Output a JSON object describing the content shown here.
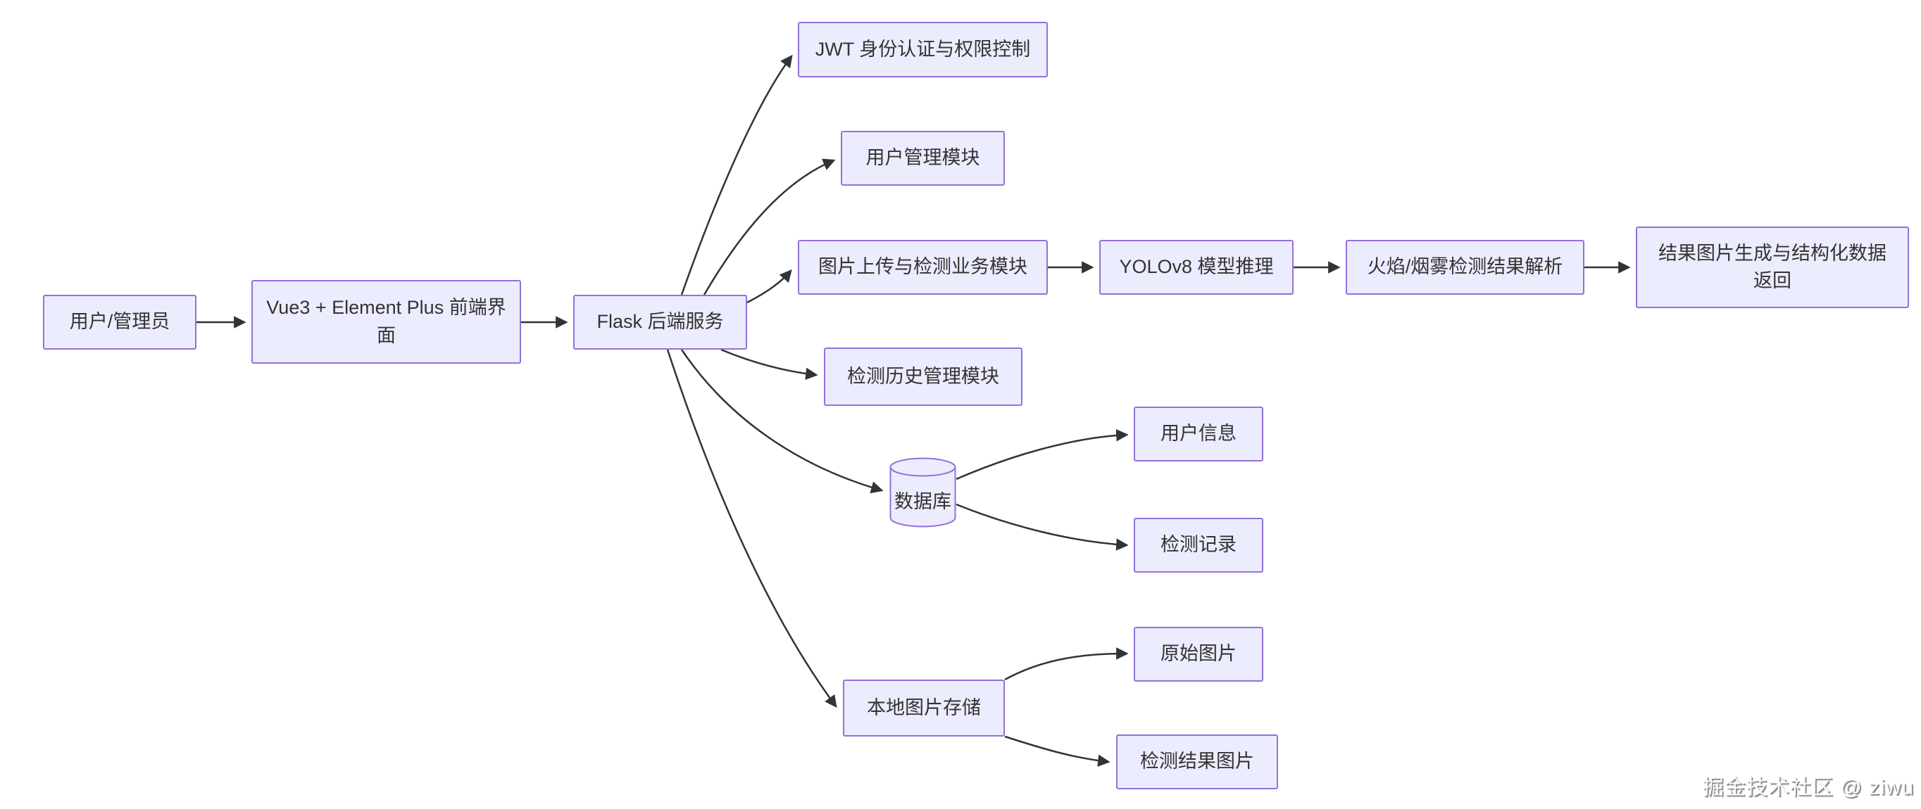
{
  "diagram": {
    "type": "flowchart",
    "direction": "left-to-right",
    "colors": {
      "node_fill": "#ECECFF",
      "node_border": "#9370DB",
      "node_text": "#333333",
      "edge": "#333333",
      "background": "#ffffff"
    },
    "nodes": {
      "user_admin": {
        "label": "用户/管理员",
        "shape": "rect"
      },
      "frontend": {
        "label": "Vue3 + Element Plus 前端界面",
        "shape": "rect"
      },
      "backend": {
        "label": "Flask 后端服务",
        "shape": "rect"
      },
      "jwt": {
        "label": "JWT 身份认证与权限控制",
        "shape": "rect"
      },
      "user_mgmt": {
        "label": "用户管理模块",
        "shape": "rect"
      },
      "upload_detect": {
        "label": "图片上传与检测业务模块",
        "shape": "rect"
      },
      "yolo": {
        "label": "YOLOv8 模型推理",
        "shape": "rect"
      },
      "parse": {
        "label": "火焰/烟雾检测结果解析",
        "shape": "rect"
      },
      "result_gen": {
        "label": "结果图片生成与结构化数据返回",
        "shape": "rect"
      },
      "history": {
        "label": "检测历史管理模块",
        "shape": "rect"
      },
      "database": {
        "label": "数据库",
        "shape": "cylinder"
      },
      "user_info": {
        "label": "用户信息",
        "shape": "rect"
      },
      "detect_record": {
        "label": "检测记录",
        "shape": "rect"
      },
      "local_storage": {
        "label": "本地图片存储",
        "shape": "rect"
      },
      "original_image": {
        "label": "原始图片",
        "shape": "rect"
      },
      "result_image": {
        "label": "检测结果图片",
        "shape": "rect"
      }
    },
    "edges": [
      {
        "from": "user_admin",
        "to": "frontend"
      },
      {
        "from": "frontend",
        "to": "backend"
      },
      {
        "from": "backend",
        "to": "jwt"
      },
      {
        "from": "backend",
        "to": "user_mgmt"
      },
      {
        "from": "backend",
        "to": "upload_detect"
      },
      {
        "from": "upload_detect",
        "to": "yolo"
      },
      {
        "from": "yolo",
        "to": "parse"
      },
      {
        "from": "parse",
        "to": "result_gen"
      },
      {
        "from": "backend",
        "to": "history"
      },
      {
        "from": "backend",
        "to": "database"
      },
      {
        "from": "backend",
        "to": "local_storage"
      },
      {
        "from": "database",
        "to": "user_info"
      },
      {
        "from": "database",
        "to": "detect_record"
      },
      {
        "from": "local_storage",
        "to": "original_image"
      },
      {
        "from": "local_storage",
        "to": "result_image"
      }
    ]
  },
  "watermark": {
    "text": "掘金技术社区 @ ziwu"
  }
}
